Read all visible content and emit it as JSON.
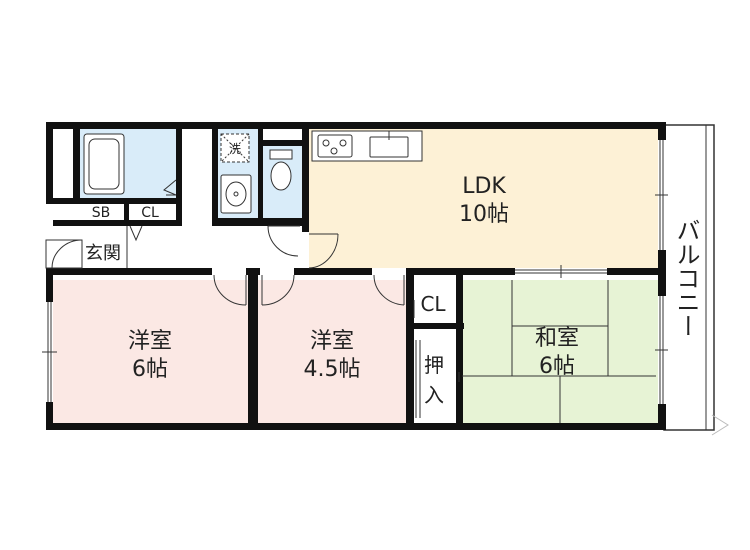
{
  "rooms": {
    "ldk": {
      "name": "LDK",
      "size": "10帖",
      "color": "#fdf1d6"
    },
    "western1": {
      "name": "洋室",
      "size": "6帖",
      "color": "#fbe8e4"
    },
    "western2": {
      "name": "洋室",
      "size": "4.5帖",
      "color": "#fbe8e4"
    },
    "japanese": {
      "name": "和室",
      "size": "6帖",
      "color": "#e7f3d5"
    },
    "wet": {
      "color": "#d9ecf9"
    }
  },
  "labels": {
    "sb": "SB",
    "cl_entry": "CL",
    "cl_room": "CL",
    "entrance": "玄関",
    "laundry": "洗",
    "oshiire_1": "押",
    "oshiire_2": "入",
    "balcony": "バルコニー"
  }
}
